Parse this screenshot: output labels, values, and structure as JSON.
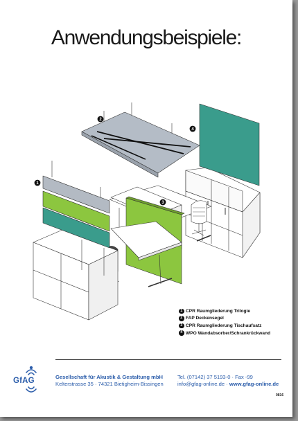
{
  "page": {
    "title": "Anwendungsbeispiele:"
  },
  "colors": {
    "green": "#8cc63f",
    "teal": "#3a9c8c",
    "grey_panel": "#b3bac3",
    "ceiling": "#b4bcc6",
    "brand_blue": "#2a5caa"
  },
  "markers": [
    "1",
    "2",
    "3",
    "4"
  ],
  "legend": [
    {
      "num": "1",
      "label": "CPR Raumgliederung Trilogie"
    },
    {
      "num": "2",
      "label": "FAP Deckensegel"
    },
    {
      "num": "3",
      "label": "CPR Raumgliederung Tischaufsatz"
    },
    {
      "num": "4",
      "label": "WPO Wandabsorber/Schrankrückwand"
    }
  ],
  "footer": {
    "logo_text": "GfAG",
    "company_name": "Gesellschaft für Akustik & Gestaltung mbH",
    "address": "Kelterstrasse 35 · 74321 Bietigheim-Bissingen",
    "phone_fax": "Tel. (07142) 37 5193-0 · Fax -99",
    "email": "info@gfag-online.de",
    "separator": " · ",
    "website": "www.gfag-online.de",
    "doc_code": "0816"
  }
}
